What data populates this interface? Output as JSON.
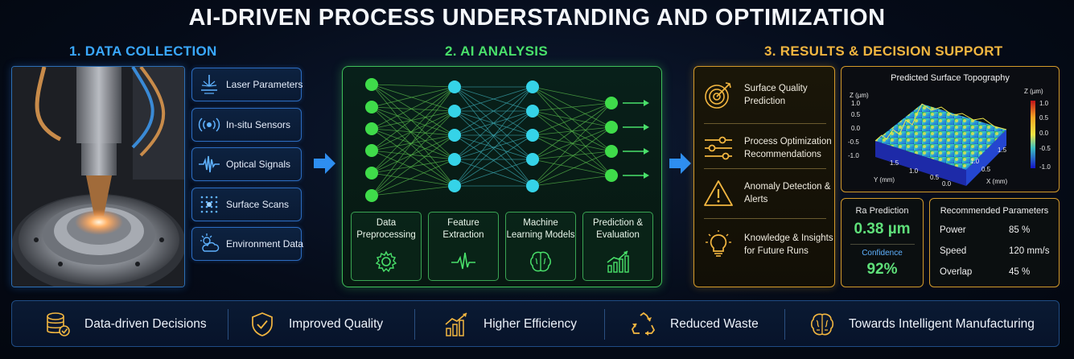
{
  "title": "AI-DRIVEN PROCESS UNDERSTANDING AND OPTIMIZATION",
  "sections": {
    "data_collection": "1. DATA COLLECTION",
    "ai_analysis": "2. AI ANALYSIS",
    "results": "3. RESULTS & DECISION SUPPORT"
  },
  "inputs": [
    {
      "label": "Laser Parameters",
      "icon": "laser-icon"
    },
    {
      "label": "In-situ Sensors",
      "icon": "sensor-waves-icon"
    },
    {
      "label": "Optical Signals",
      "icon": "waveform-icon"
    },
    {
      "label": "Surface Scans",
      "icon": "dot-grid-icon"
    },
    {
      "label": "Environment Data",
      "icon": "sun-cloud-icon"
    }
  ],
  "ai_stages": [
    {
      "label": "Data Preprocessing",
      "icon": "gear-icon"
    },
    {
      "label": "Feature Extraction",
      "icon": "pulse-icon"
    },
    {
      "label": "Machine Learning Models",
      "icon": "brain-icon"
    },
    {
      "label": "Prediction & Evaluation",
      "icon": "trend-chart-icon"
    }
  ],
  "results": [
    {
      "label": "Surface Quality Prediction",
      "icon": "target-icon"
    },
    {
      "label": "Process Optimization Recommendations",
      "icon": "sliders-icon"
    },
    {
      "label": "Anomaly Detection & Alerts",
      "icon": "warning-icon"
    },
    {
      "label": "Knowledge & Insights for Future Runs",
      "icon": "lightbulb-icon"
    }
  ],
  "topography": {
    "title": "Predicted Surface Topography",
    "z_label": "Z (µm)",
    "z_ticks": [
      "1.0",
      "0.5",
      "0.0",
      "-0.5",
      "-1.0"
    ],
    "colorbar_label": "Z (µm)",
    "colorbar_ticks": [
      "1.0",
      "0.5",
      "0.0",
      "-0.5",
      "-1.0"
    ],
    "y_label": "Y (mm)",
    "y_ticks": [
      "1.5",
      "1.0",
      "0.5",
      "0.0"
    ],
    "x_label": "X (mm)",
    "x_ticks": [
      "1.5",
      "1.0",
      "0.5"
    ]
  },
  "ra": {
    "label": "Ra Prediction",
    "value": "0.38 µm",
    "confidence_label": "Confidence",
    "confidence_value": "92%"
  },
  "params": {
    "header": "Recommended Parameters",
    "rows": [
      {
        "name": "Power",
        "value": "85 %"
      },
      {
        "name": "Speed",
        "value": "120 mm/s"
      },
      {
        "name": "Overlap",
        "value": "45 %"
      }
    ]
  },
  "benefits": [
    {
      "label": "Data-driven Decisions",
      "icon": "database-check-icon"
    },
    {
      "label": "Improved Quality",
      "icon": "shield-check-icon"
    },
    {
      "label": "Higher Efficiency",
      "icon": "growth-chart-icon"
    },
    {
      "label": "Reduced Waste",
      "icon": "recycle-icon"
    },
    {
      "label": "Towards Intelligent Manufacturing",
      "icon": "brain-icon"
    }
  ],
  "colors": {
    "blue": "#3aa8ff",
    "green": "#49e06a",
    "orange": "#f2b640"
  }
}
